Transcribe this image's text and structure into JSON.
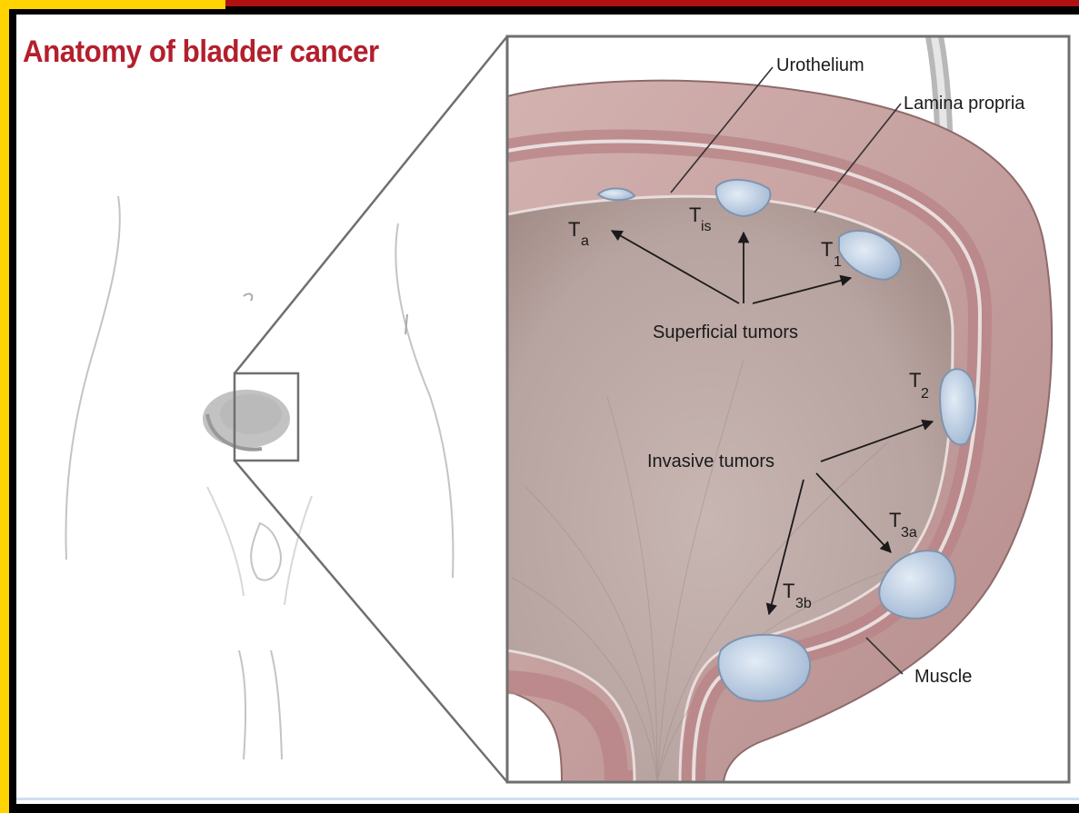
{
  "title": "Anatomy of bladder cancer",
  "labels": {
    "urothelium": "Urothelium",
    "lamina_propria": "Lamina propria",
    "superficial_tumors": "Superficial tumors",
    "invasive_tumors": "Invasive tumors",
    "muscle": "Muscle"
  },
  "stages": [
    {
      "main": "T",
      "sub": "a"
    },
    {
      "main": "T",
      "sub": "is"
    },
    {
      "main": "T",
      "sub": "1"
    },
    {
      "main": "T",
      "sub": "2"
    },
    {
      "main": "T",
      "sub": "3a"
    },
    {
      "main": "T",
      "sub": "3b"
    }
  ],
  "colors": {
    "title": "#b41f2c",
    "frame_yellow": "#ffd400",
    "frame_red": "#b01010",
    "bladder_wall": "#c9a5a5",
    "bladder_interior": "#bcaaa8",
    "tumor": "#b9cde3"
  }
}
